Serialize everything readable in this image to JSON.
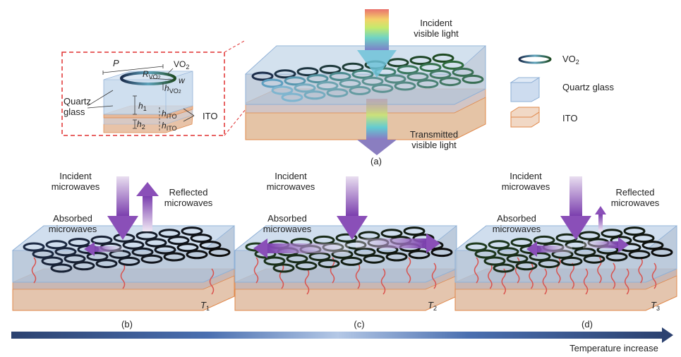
{
  "figure": {
    "panels": {
      "a": {
        "caption": "(a)",
        "incident_label_1": "Incident",
        "incident_label_2": "visible light",
        "transmitted_label_1": "Transmitted",
        "transmitted_label_2": "visible light"
      },
      "b": {
        "caption": "(b)",
        "temperature": "T",
        "temperature_sub": "1",
        "incident_1": "Incident",
        "incident_2": "microwaves",
        "reflected_1": "Reflected",
        "reflected_2": "microwaves",
        "absorbed_1": "Absorbed",
        "absorbed_2": "microwaves"
      },
      "c": {
        "caption": "(c)",
        "temperature": "T",
        "temperature_sub": "2",
        "incident_1": "Incident",
        "incident_2": "microwaves",
        "absorbed_1": "Absorbed",
        "absorbed_2": "microwaves"
      },
      "d": {
        "caption": "(d)",
        "temperature": "T",
        "temperature_sub": "3",
        "incident_1": "Incident",
        "incident_2": "microwaves",
        "reflected_1": "Reflected",
        "reflected_2": "microwaves",
        "absorbed_1": "Absorbed",
        "absorbed_2": "microwaves"
      }
    },
    "unit_cell": {
      "period": "P",
      "vo2": "VO",
      "vo2_sub": "2",
      "radius": "R",
      "radius_sub": "VO",
      "radius_sub2": "2",
      "width": "w",
      "h_vo2": "h",
      "h_vo2_sub": "VO",
      "h_vo2_sub2": "2",
      "h1": "h",
      "h1_sub": "1",
      "h2": "h",
      "h2_sub": "2",
      "h_ito": "h",
      "h_ito_sub": "ITO",
      "quartz_1": "Quartz",
      "quartz_2": "glass",
      "ito": "ITO"
    },
    "legend": {
      "items": [
        {
          "label": "VO",
          "sub": "2",
          "icon": "vo2-ring-icon"
        },
        {
          "label": "Quartz glass",
          "sub": "",
          "icon": "quartz-block-icon"
        },
        {
          "label": "ITO",
          "sub": "",
          "icon": "ito-layer-icon"
        }
      ]
    },
    "temperature_axis": {
      "label": "Temperature increase"
    },
    "colors": {
      "quartz": "#c9dcef",
      "ito": "#e8a57a",
      "vo2_cold": "#1c3350",
      "vo2_hot": "#1e3b1e",
      "microwave": "#8a4fb8",
      "heat_wave": "#d9534f",
      "dashed_box": "#e03030",
      "temp_arrow_dark": "#2c4270",
      "temp_arrow_light": "#b4c8e6"
    }
  }
}
